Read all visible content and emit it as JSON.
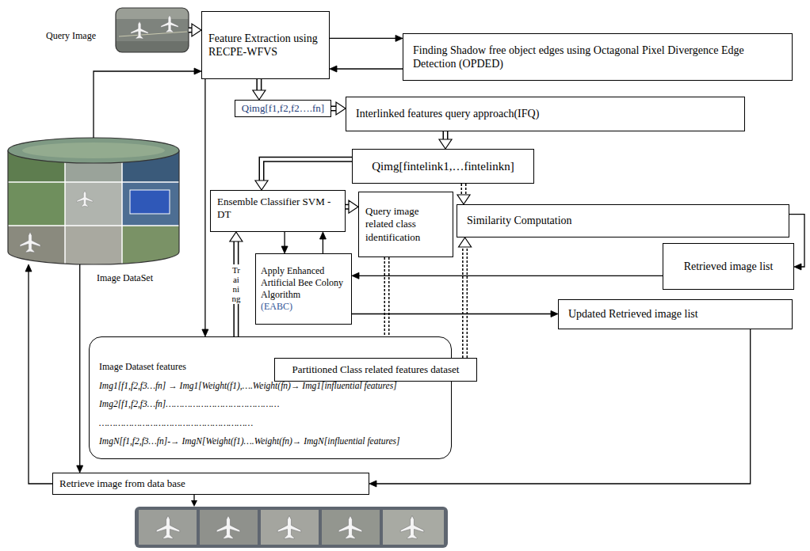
{
  "diagram": {
    "nodes": [
      {
        "text": [
          "Query Image"
        ]
      },
      {
        "text": [
          "Feature Extraction using RECPE-WFVS"
        ]
      },
      {
        "text": [
          "Finding Shadow free object edges using Octagonal Pixel Divergence Edge Detection (OPDED)"
        ]
      },
      {
        "text": [
          "Image DataSet"
        ]
      },
      {
        "text": [
          "Qimg[f1,f2,f2….fn]"
        ]
      },
      {
        "text": [
          "Interlinked features query approach(IFQ)"
        ]
      },
      {
        "text": [
          "Qimg[fintelink1,…fintelinkn]"
        ]
      },
      {
        "text": [
          "Ensemble Classifier SVM -DT"
        ]
      },
      {
        "text": [
          "Query image related class identification"
        ]
      },
      {
        "text": [
          "Similarity  Computation"
        ]
      },
      {
        "text": [
          "Retrieved image list"
        ]
      },
      {
        "text": [
          "Apply Enhanced Artificial Bee Colony Algorithm",
          "(EABC)"
        ]
      },
      {
        "text": [
          "Updated Retrieved image list"
        ]
      },
      {
        "text": [
          "Image Dataset features",
          "Img1[f1,f2,f3…fn] → Img1[Weight(f1),….Weight(fn)→ Img1[influential features]",
          "Img2[f1,f2,f3…fn]……………………………………",
          "…………………………………………………",
          "ImgN[f1,f2,f3…fn]-→ ImgN[Weight(f1)….Weight(fn)→ ImgN[influential features]"
        ]
      },
      {
        "text": [
          "Partitioned Class related features dataset"
        ]
      },
      {
        "text": [
          "Retrieve image from data base"
        ]
      }
    ],
    "edges": [
      {
        "from": 0,
        "to": 1,
        "arrow": "to"
      },
      {
        "from": 1,
        "to": 2,
        "arrow": "to"
      },
      {
        "from": 2,
        "to": 1,
        "arrow": "to"
      },
      {
        "from": 3,
        "to": 1,
        "arrow": "to"
      },
      {
        "from": 1,
        "to": 4,
        "arrow": "to"
      },
      {
        "from": 1,
        "to": 13,
        "arrow": "to"
      },
      {
        "from": 4,
        "to": 5,
        "arrow": "to"
      },
      {
        "from": 5,
        "to": 6,
        "arrow": "to"
      },
      {
        "from": 6,
        "to": 7,
        "arrow": "to"
      },
      {
        "from": 6,
        "to": 9,
        "arrow": "to"
      },
      {
        "from": 7,
        "to": 8,
        "arrow": "to"
      },
      {
        "from": 7,
        "to": 11,
        "arrow": "to"
      },
      {
        "from": 11,
        "to": 7,
        "arrow": "to"
      },
      {
        "from": 13,
        "to": 7,
        "label": "Training",
        "arrow": "to"
      },
      {
        "from": 8,
        "to": 14,
        "arrow": "to"
      },
      {
        "from": 14,
        "to": 9,
        "arrow": "to"
      },
      {
        "from": 9,
        "to": 10,
        "arrow": "to"
      },
      {
        "from": 10,
        "to": 11,
        "arrow": "to"
      },
      {
        "from": 11,
        "to": 12,
        "arrow": "to"
      },
      {
        "from": 12,
        "to": 15,
        "arrow": "to"
      },
      {
        "from": 15,
        "to": 3,
        "arrow": "to"
      },
      {
        "from": 3,
        "to": 15,
        "arrow": "to"
      }
    ]
  }
}
